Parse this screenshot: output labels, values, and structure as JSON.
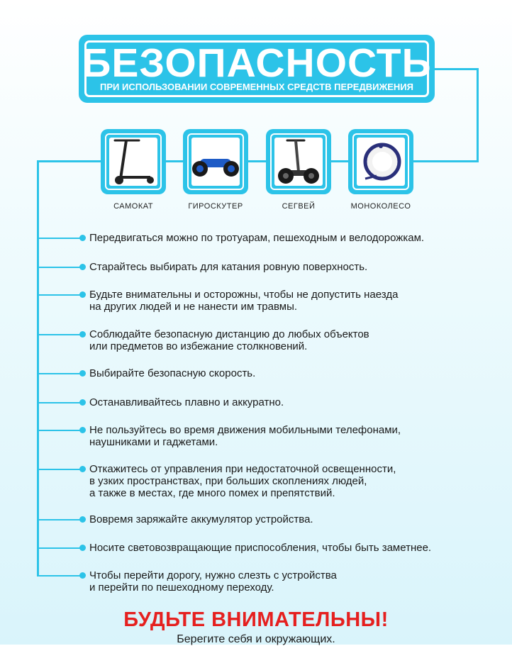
{
  "header": {
    "title": "БЕЗОПАСНОСТЬ",
    "subtitle": "ПРИ ИСПОЛЬЗОВАНИИ СОВРЕМЕННЫХ СРЕДСТВ ПЕРЕДВИЖЕНИЯ"
  },
  "vehicles": [
    {
      "label": "САМОКАТ",
      "icon": "scooter-icon"
    },
    {
      "label": "ГИРОСКУТЕР",
      "icon": "hoverboard-icon"
    },
    {
      "label": "СЕГВЕЙ",
      "icon": "segway-icon"
    },
    {
      "label": "МОНОКОЛЕСО",
      "icon": "monowheel-icon"
    }
  ],
  "rules": [
    {
      "text": "Передвигаться можно по тротуарам, пешеходным и велодорожкам."
    },
    {
      "text": "Старайтесь выбирать для катания ровную поверхность."
    },
    {
      "text": "Будьте внимательны и осторожны, чтобы не допустить наезда\nна других людей и не нанести им травмы."
    },
    {
      "text": "Соблюдайте безопасную дистанцию до любых объектов\nили предметов во избежание столкновений."
    },
    {
      "text": "Выбирайте безопасную скорость."
    },
    {
      "text": "Останавливайтесь плавно и аккуратно."
    },
    {
      "text": "Не пользуйтесь во время движения мобильными телефонами,\nнаушниками и гаджетами."
    },
    {
      "text": "Откажитесь от управления при недостаточной освещенности,\nв узких пространствах, при больших скоплениях людей,\nа также в местах, где много помех и препятствий."
    },
    {
      "text": "Вовремя заряжайте аккумулятор устройства."
    },
    {
      "text": "Носите световозвращающие приспособления, чтобы быть заметнее."
    },
    {
      "text": "Чтобы перейти дорогу, нужно слезть с устройства\nи перейти по пешеходному переходу."
    }
  ],
  "warning": "БУДЬТЕ ВНИМАТЕЛЬНЫ!",
  "footer": "Берегите себя и окружающих.",
  "colors": {
    "accent": "#2cc3e8",
    "warning": "#e5201f"
  }
}
